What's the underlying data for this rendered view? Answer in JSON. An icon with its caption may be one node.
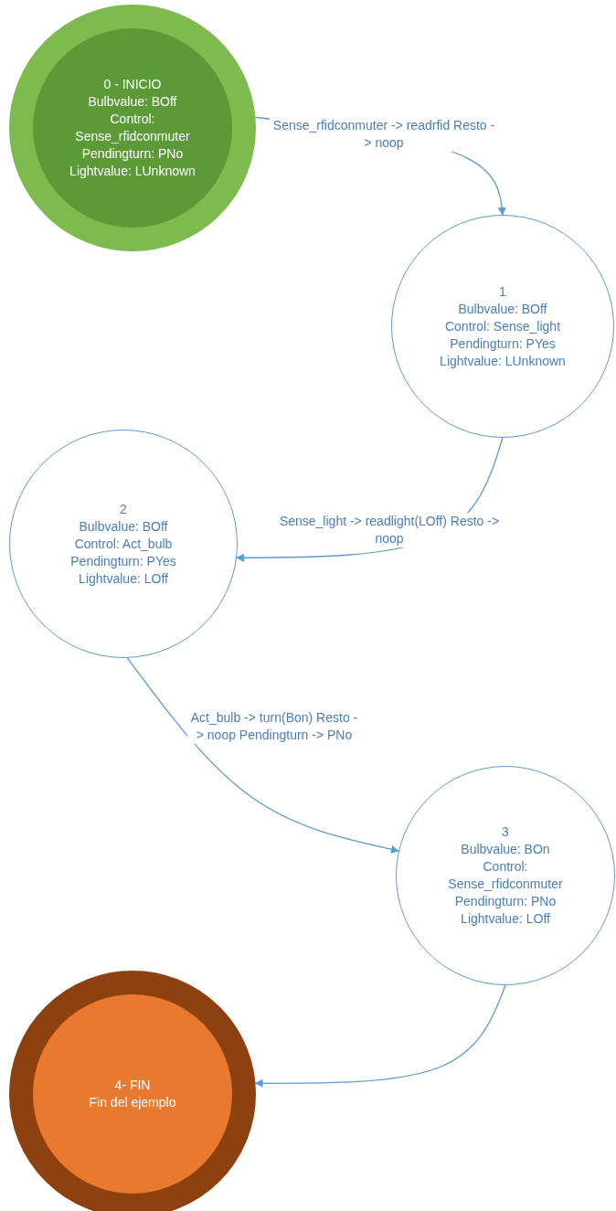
{
  "diagram": {
    "nodes": [
      {
        "text": [
          "0 - INICIO",
          "Bulbvalue: BOff",
          "Control: Sense_rfidconmuter",
          "Pendingturn: PNo",
          "Lightvalue: LUnknown"
        ]
      },
      {
        "text": [
          "1",
          "Bulbvalue: BOff",
          "Control: Sense_light",
          "Pendingturn: PYes",
          "Lightvalue: LUnknown"
        ]
      },
      {
        "text": [
          "2",
          "Bulbvalue: BOff",
          "Control: Act_bulb",
          "Pendingturn: PYes",
          "Lightvalue: LOff"
        ]
      },
      {
        "text": [
          "3",
          "Bulbvalue: BOn",
          "Control: Sense_rfidconmuter",
          "Pendingturn: PNo",
          "Lightvalue: LOff"
        ]
      },
      {
        "text": [
          "4- FIN",
          "Fin del ejemplo"
        ]
      }
    ],
    "edges": [
      {
        "from": 0,
        "to": 1,
        "arrow": "to",
        "label": "Sense_rfidconmuter -> readrfid Resto -> noop"
      },
      {
        "from": 1,
        "to": 2,
        "arrow": "to",
        "label": "Sense_light -> readlight(LOff) Resto -> noop"
      },
      {
        "from": 2,
        "to": 3,
        "arrow": "to",
        "label": "Act_bulb -> turn(Bon) Resto -> noop Pendingturn -> PNo"
      },
      {
        "from": 3,
        "to": 4,
        "arrow": "to"
      }
    ]
  }
}
